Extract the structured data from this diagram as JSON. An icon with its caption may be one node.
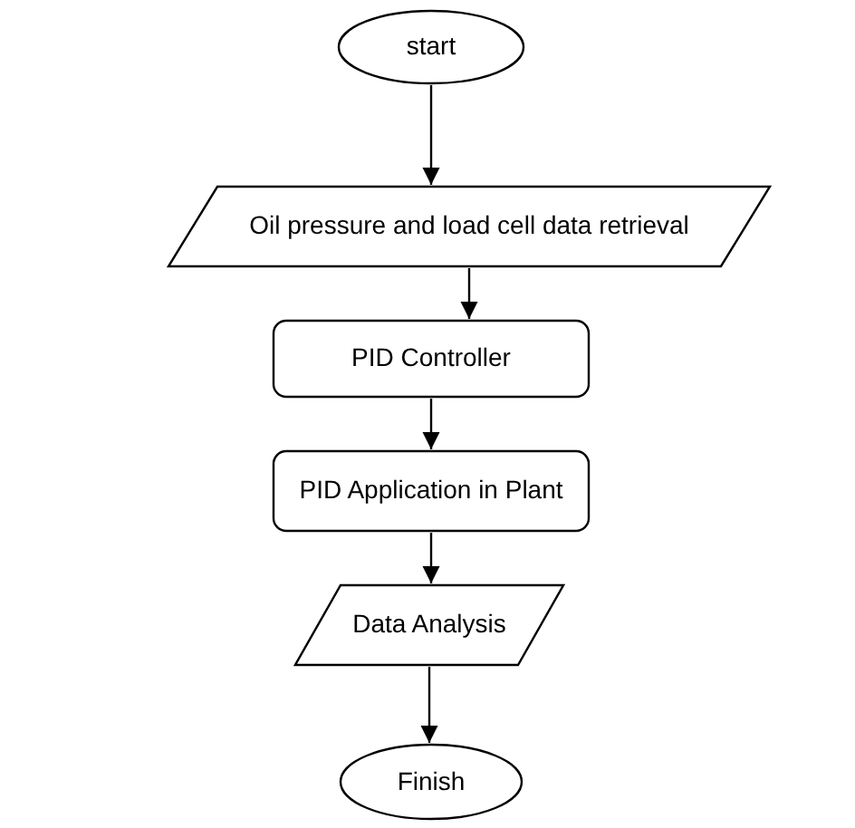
{
  "diagram": {
    "nodes": [
      {
        "text": [
          "start"
        ]
      },
      {
        "text": [
          "Oil pressure and load cell data retrieval"
        ]
      },
      {
        "text": [
          "PID Controller"
        ]
      },
      {
        "text": [
          "PID Application in Plant"
        ]
      },
      {
        "text": [
          "Data Analysis"
        ]
      },
      {
        "text": [
          "Finish"
        ]
      }
    ],
    "edges": [
      {
        "from": 0,
        "to": 1,
        "arrow": "to"
      },
      {
        "from": 1,
        "to": 2,
        "arrow": "to"
      },
      {
        "from": 2,
        "to": 3,
        "arrow": "to"
      },
      {
        "from": 3,
        "to": 4,
        "arrow": "to"
      },
      {
        "from": 4,
        "to": 5,
        "arrow": "to"
      }
    ]
  }
}
